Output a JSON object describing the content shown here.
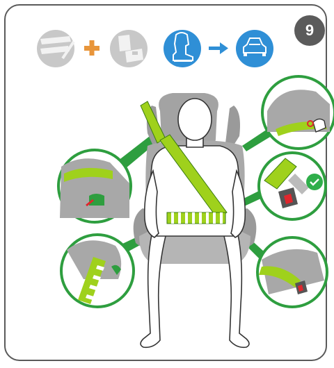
{
  "step": {
    "number": "9"
  },
  "header_icons": {
    "items": [
      "belt-strap-icon",
      "plus-icon",
      "buckle-icon",
      "booster-seat-icon",
      "arrow-icon",
      "car-icon"
    ]
  },
  "colors": {
    "belt_green": "#9fd11c",
    "belt_dark_green": "#3aa84a",
    "callout_green": "#2e9e3f",
    "icon_blue": "#2f8fd6",
    "plus_orange": "#e8953a",
    "gray_icon": "#c8c8c8",
    "seat_gray": "#9a9a9a",
    "check_green": "#2fae4a",
    "red_accent": "#e0262d"
  },
  "details": [
    "detail-shoulder-guide-top",
    "detail-belt-buckle-check",
    "detail-lap-guide-left",
    "detail-shoulder-guide-left",
    "detail-lap-guide-right"
  ]
}
